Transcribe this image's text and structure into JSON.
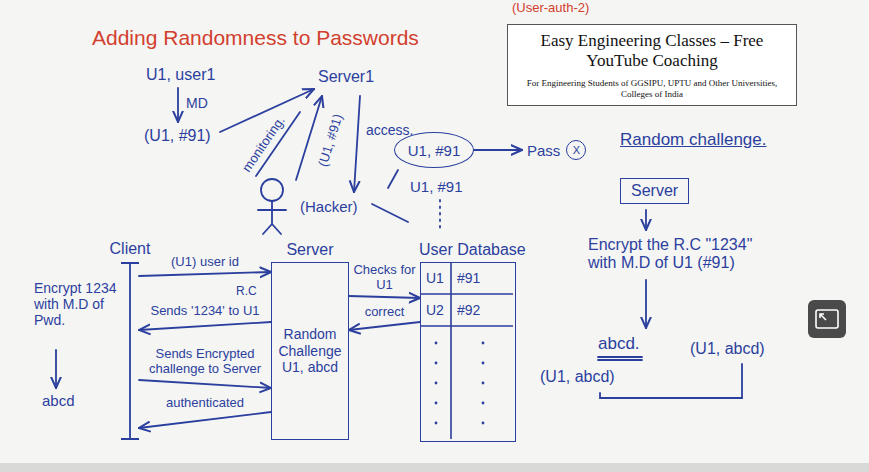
{
  "diagram": {
    "title": "Adding Randomness to Passwords",
    "nodes": [
      {
        "text": [
          "Easy Engineering Classes – Free YouTube Coaching",
          "For Engineering Students of GGSIPU, UPTU and Other Universities, Colleges of India"
        ]
      },
      {
        "text": [
          "U1, #91"
        ]
      },
      {
        "text": [
          "Pass",
          "X"
        ]
      },
      {
        "text": [
          "Server"
        ]
      },
      {
        "text": [
          "Client"
        ]
      },
      {
        "text": [
          "Server",
          "Random Challenge",
          "U1, abcd"
        ]
      },
      {
        "text": [
          "User Database"
        ]
      }
    ],
    "edges": [
      {
        "from": 4,
        "to": 5,
        "label": "(U1) user id",
        "arrow": "to"
      },
      {
        "from": 5,
        "to": 4,
        "label": "Sends '1234' to U1",
        "arrow": "to"
      },
      {
        "from": 4,
        "to": 5,
        "label": "Sends Encrypted challenge to Server",
        "arrow": "to"
      },
      {
        "from": 5,
        "to": 4,
        "label": "authenticated",
        "arrow": "to"
      },
      {
        "from": 5,
        "to": 6,
        "label": "Checks for U1",
        "arrow": "to"
      },
      {
        "from": 6,
        "to": 5,
        "label": "correct",
        "arrow": "to"
      },
      {
        "from": 1,
        "to": 2,
        "arrow": "to"
      }
    ],
    "labels": [
      "(User-auth-2)",
      "U1, user1",
      "MD",
      "(U1, #91)",
      "Server1",
      "monitoring.",
      "(U1, #91)",
      "access.",
      "(Hacker)",
      "U1, #91",
      "Random challenge.",
      "Encrypt the R.C \"1234\" with M.D of U1 (#91)",
      "abcd.",
      "(U1, abcd)",
      "(U1, abcd)",
      "R.C",
      "Encrypt 1234 with M.D of Pwd.",
      "abcd",
      "U1",
      "#91",
      "U2",
      "#92"
    ]
  }
}
